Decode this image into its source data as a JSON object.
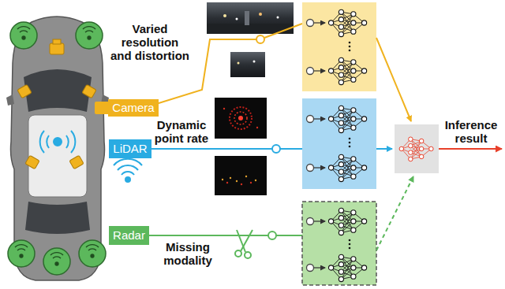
{
  "diagram": {
    "nodes": [
      {
        "text": [
          "Camera"
        ]
      },
      {
        "text": [
          "LiDAR"
        ]
      },
      {
        "text": [
          "Radar"
        ]
      }
    ],
    "labels": [
      "Varied resolution and distortion",
      "Dynamic point rate",
      "Missing modality",
      "Inference result"
    ]
  }
}
